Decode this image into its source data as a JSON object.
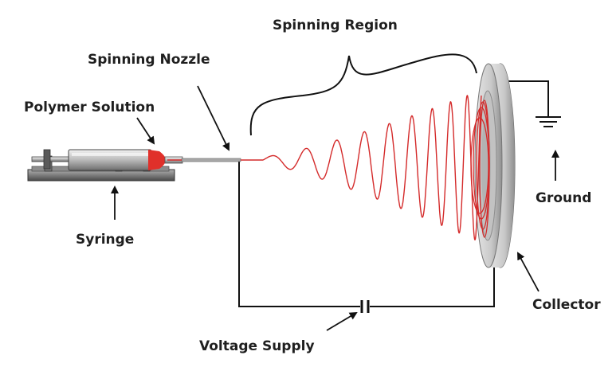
{
  "diagram": {
    "labels": {
      "spinning_region": "Spinning Region",
      "spinning_nozzle": "Spinning Nozzle",
      "polymer_solution": "Polymer Solution",
      "syringe": "Syringe",
      "ground": "Ground",
      "collector": "Collector",
      "voltage_supply": "Voltage Supply"
    },
    "colors": {
      "jet": "#d42a2a",
      "solution": "#e0302a",
      "wire": "#111111",
      "metal_dark": "#8a8a8a",
      "metal_light": "#d2d2d2",
      "text": "#1f1f1f"
    }
  }
}
